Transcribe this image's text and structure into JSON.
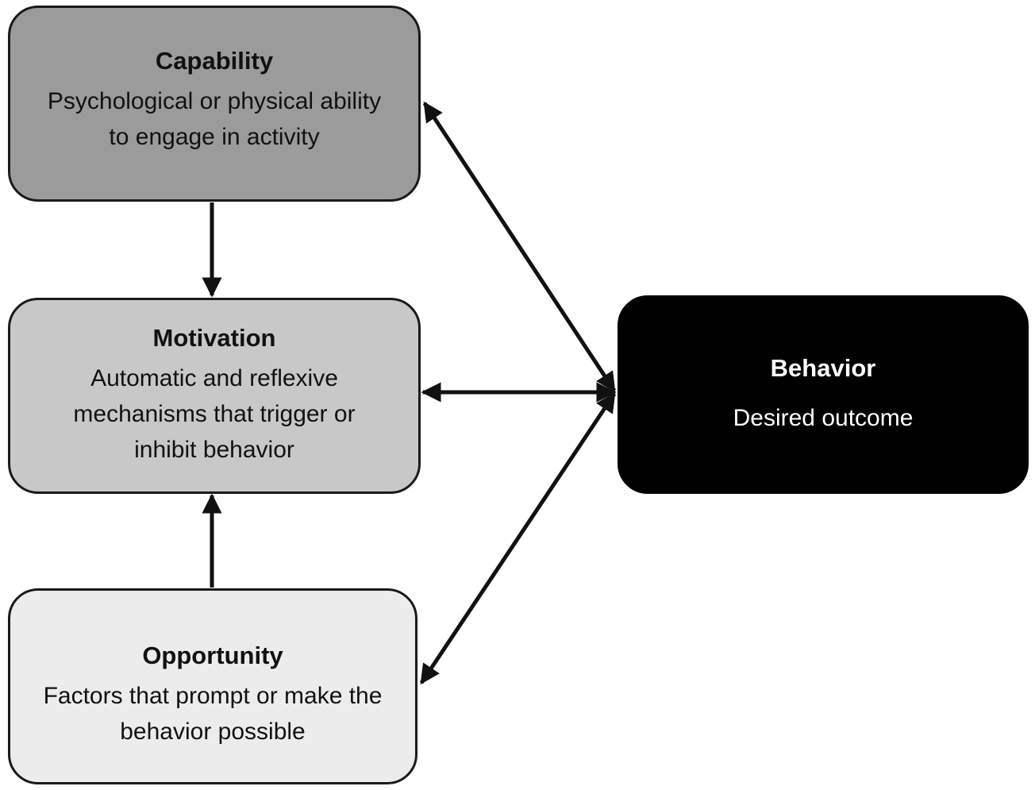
{
  "colors": {
    "capability_fill": "#9b9b9b",
    "motivation_fill": "#c8c8c8",
    "opportunity_fill": "#ececec",
    "behavior_fill": "#000000",
    "arrow": "#111111"
  },
  "nodes": {
    "capability": {
      "title": "Capability",
      "line1": "Psychological or physical ability",
      "line2": "to engage in activity"
    },
    "motivation": {
      "title": "Motivation",
      "line1": "Automatic and reflexive",
      "line2": "mechanisms that trigger or",
      "line3": "inhibit behavior"
    },
    "opportunity": {
      "title": "Opportunity",
      "line1": "Factors that prompt or make the",
      "line2": "behavior possible"
    },
    "behavior": {
      "title": "Behavior",
      "line1": "Desired outcome"
    }
  },
  "edges": [
    {
      "from": "capability",
      "to": "motivation",
      "direction": "one-way"
    },
    {
      "from": "opportunity",
      "to": "motivation",
      "direction": "one-way"
    },
    {
      "from": "capability",
      "to": "behavior",
      "direction": "two-way"
    },
    {
      "from": "motivation",
      "to": "behavior",
      "direction": "two-way"
    },
    {
      "from": "opportunity",
      "to": "behavior",
      "direction": "two-way"
    }
  ]
}
